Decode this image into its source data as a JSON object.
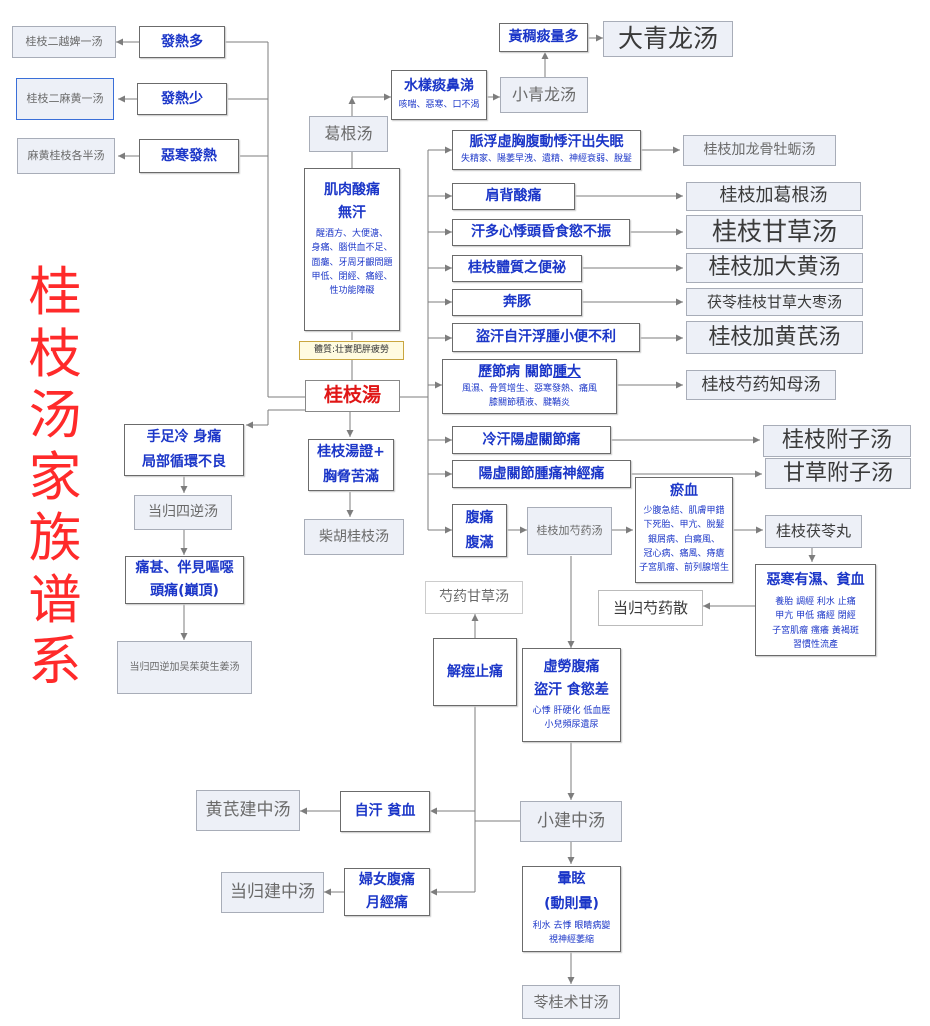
{
  "title": "桂枝汤家族谱系",
  "center": "桂枝湯",
  "constitution_tag": "體質:壮實肥胖疲勞",
  "top_left": {
    "fever_more": "發熱多",
    "fever_more_formula": "桂枝二越婢一汤",
    "fever_less": "發熱少",
    "fever_less_formula": "桂枝二麻黄一汤",
    "chills_fever": "惡寒發熱",
    "chills_fever_formula": "麻黄桂枝各半汤"
  },
  "upper": {
    "muscle_title": "肌肉酸痛",
    "muscle_title2": "無汗",
    "muscle_notes": [
      "醒酒方、大便溏、",
      "身痛、腦供血不足、",
      "面癱、牙周牙齦問題",
      "甲低、閉經、痛經、",
      "性功能障礙"
    ],
    "gegen": "葛根汤",
    "watery_title": "水樣痰鼻涕",
    "watery_sub": "咳喘、惡寒、口不渴",
    "xqlt": "小青龙汤",
    "yellow_phlegm": "黃稠痰量多",
    "dqlt": "大青龙汤"
  },
  "right_branches": [
    {
      "title": "脈浮虛胸腹動悸汗出失眠",
      "sub": "失精家、陽萎早洩、遺精、神經衰弱、脫髮",
      "formula": "桂枝加龙骨牡蛎汤"
    },
    {
      "title": "肩背酸痛",
      "formula": "桂枝加葛根汤"
    },
    {
      "title": "汗多心悸頭昏食慾不振",
      "formula": "桂枝甘草汤"
    },
    {
      "title": "桂枝體質之便祕",
      "formula": "桂枝加大黄汤"
    },
    {
      "title": "奔豚",
      "formula": "茯苓桂枝甘草大枣汤"
    },
    {
      "title": "盜汗自汗浮腫小便不利",
      "formula": "桂枝加黄芪汤"
    },
    {
      "title_a": "歷節病 關節",
      "title_b": "腫大",
      "sub": [
        "風濕、骨質增生、惡寒發熱、痛風",
        "膝關節積液、腱鞘炎"
      ],
      "formula": "桂枝芍药知母汤"
    },
    {
      "title": "冷汗陽虛關節痛",
      "formula": "桂枝附子汤"
    },
    {
      "title": "陽虛關節腫痛神經痛",
      "formula": "甘草附子汤"
    }
  ],
  "lower_left": {
    "cold_limbs": [
      "手足冷 身痛",
      "局部循環不良"
    ],
    "sini": "当归四逆汤",
    "severe": [
      "痛甚、伴見嘔噁",
      "頭痛(巔頂)"
    ],
    "sini_plus": "当归四逆加吴茱萸生姜汤",
    "chaihu_sign": [
      "桂枝湯證+",
      "胸脅苦滿"
    ],
    "chaihu": "柴胡桂枝汤"
  },
  "lower_right": {
    "abd_pain": [
      "腹痛",
      "腹滿"
    ],
    "shaoyao": "桂枝加芍药汤",
    "stasis_title": "瘀血",
    "stasis_notes": [
      "少腹急結、肌膚甲錯",
      "下死胎、甲亢、脫髮",
      "銀屑病、白癜風、",
      "冠心病、痛風、痔瘡",
      "子宮肌瘤、前列腺增生"
    ],
    "fuling": "桂枝茯苓丸",
    "chills_anemia": "惡寒有濕、貧血",
    "chills_notes": [
      "養胎 調經 利水 止痛",
      "甲亢 甲低 痛經 閉經",
      "子宮肌瘤 瘙癢 黃褐斑",
      "習慣性流產"
    ],
    "danggui_powder": "当归芍药散",
    "spasm": "解痙止痛",
    "shaoyao_gancao": "芍药甘草汤",
    "deficiency_title": [
      "虛勞腹痛",
      "盜汗 食慾差"
    ],
    "deficiency_notes": [
      "心悸 肝硬化 低血壓",
      "小兒頻尿遺尿"
    ],
    "jianzhong": "小建中汤",
    "sweat_anemia": "自汗 貧血",
    "huangqi_jz": "黄芪建中汤",
    "women": [
      "婦女腹痛",
      "月經痛"
    ],
    "danggui_jz": "当归建中汤",
    "dizzy": [
      "暈眩",
      "(動則暈)"
    ],
    "dizzy_notes": [
      "利水 去悸 眼睛病變",
      "視神經萎縮"
    ],
    "linggui": "苓桂术甘汤"
  },
  "colors": {
    "title": "#ff2a2a",
    "symptom_text": "#1b36c8",
    "formula_bg": "#edf0f7",
    "lines": "#7d7d7d"
  }
}
